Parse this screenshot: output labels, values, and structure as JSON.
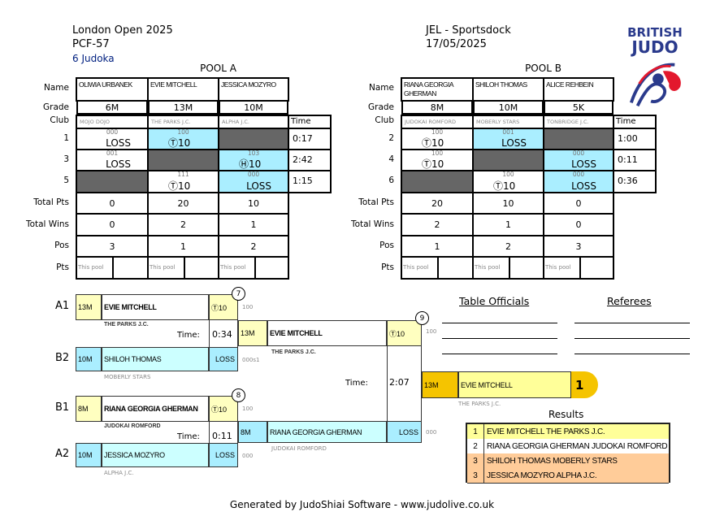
{
  "header": {
    "tournament": "London Open 2025",
    "category": "PCF-57",
    "judoka_count": "6 Judoka",
    "venue": "JEL - Sportsdock",
    "date": "17/05/2025",
    "logo_text": [
      "BRITISH",
      "JUDO"
    ]
  },
  "row_labels": {
    "name": "Name",
    "grade": "Grade",
    "club": "Club",
    "time": "Time",
    "total_pts": "Total Pts",
    "total_wins": "Total Wins",
    "pos": "Pos",
    "pts": "Pts",
    "this_pool": "This pool"
  },
  "pools": [
    {
      "title": "POOL A",
      "players": [
        {
          "name": "OLIWIA URBANEK",
          "grade": "6M",
          "club": "MOJO DOJO",
          "total_pts": "0",
          "total_wins": "0",
          "pos": "3"
        },
        {
          "name": "EVIE MITCHELL",
          "grade": "13M",
          "club": "THE PARKS J.C.",
          "total_pts": "20",
          "total_wins": "2",
          "pos": "1"
        },
        {
          "name": "JESSICA MOZYRO",
          "grade": "10M",
          "club": "ALPHA J.C.",
          "total_pts": "10",
          "total_wins": "1",
          "pos": "2"
        }
      ],
      "matches": [
        {
          "num": "1",
          "time": "0:17",
          "cells": [
            {
              "score": "000",
              "result": "LOSS",
              "color": "white"
            },
            {
              "score": "100",
              "result": "Ⓣ10",
              "color": "blue"
            },
            {
              "gray": true
            }
          ]
        },
        {
          "num": "3",
          "time": "2:42",
          "cells": [
            {
              "score": "001",
              "result": "LOSS",
              "color": "white"
            },
            {
              "gray": true
            },
            {
              "score": "103",
              "result": "Ⓗ10",
              "color": "blue"
            }
          ]
        },
        {
          "num": "5",
          "time": "1:15",
          "cells": [
            {
              "gray": true
            },
            {
              "score": "111",
              "result": "Ⓣ10",
              "color": "white"
            },
            {
              "score": "000",
              "result": "LOSS",
              "color": "blue"
            }
          ]
        }
      ]
    },
    {
      "title": "POOL B",
      "players": [
        {
          "name": "RIANA GEORGIA GHERMAN",
          "grade": "8M",
          "club": "JUDOKAI ROMFORD",
          "total_pts": "20",
          "total_wins": "2",
          "pos": "1"
        },
        {
          "name": "SHILOH THOMAS",
          "grade": "10M",
          "club": "MOBERLY STARS",
          "total_pts": "10",
          "total_wins": "1",
          "pos": "2"
        },
        {
          "name": "ALICE REHBEIN",
          "grade": "5K",
          "club": "TONBRIDGE J.C.",
          "total_pts": "0",
          "total_wins": "0",
          "pos": "3"
        }
      ],
      "matches": [
        {
          "num": "2",
          "time": "1:00",
          "cells": [
            {
              "score": "100",
              "result": "Ⓣ10",
              "color": "white"
            },
            {
              "score": "001",
              "result": "LOSS",
              "color": "blue"
            },
            {
              "gray": true
            }
          ]
        },
        {
          "num": "4",
          "time": "0:11",
          "cells": [
            {
              "score": "100",
              "result": "Ⓣ10",
              "color": "white"
            },
            {
              "gray": true
            },
            {
              "score": "000",
              "result": "LOSS",
              "color": "blue"
            }
          ]
        },
        {
          "num": "6",
          "time": "0:36",
          "cells": [
            {
              "gray": true
            },
            {
              "score": "100",
              "result": "Ⓣ10",
              "color": "white"
            },
            {
              "score": "000",
              "result": "LOSS",
              "color": "blue"
            }
          ]
        }
      ]
    }
  ],
  "bracket": {
    "time_label": "Time:",
    "m7": {
      "num": "7",
      "time": "0:34",
      "top": {
        "seed": "A1",
        "grade": "13M",
        "name": "EVIE MITCHELL",
        "club": "THE PARKS J.C.",
        "result": "Ⓣ10",
        "score": "100"
      },
      "bot": {
        "seed": "B2",
        "grade": "10M",
        "name": "SHILOH  THOMAS",
        "club": "MOBERLY STARS",
        "result": "LOSS",
        "score": "000s1"
      }
    },
    "m8": {
      "num": "8",
      "time": "0:11",
      "top": {
        "seed": "B1",
        "grade": "8M",
        "name": "RIANA GEORGIA GHERMAN",
        "club": "JUDOKAI ROMFORD",
        "result": "Ⓣ10",
        "score": "100"
      },
      "bot": {
        "seed": "A2",
        "grade": "10M",
        "name": "JESSICA MOZYRO",
        "club": "ALPHA J.C.",
        "result": "LOSS",
        "score": "000"
      }
    },
    "m9": {
      "num": "9",
      "time": "2:07",
      "top": {
        "grade": "13M",
        "name": "EVIE MITCHELL",
        "club": "THE PARKS J.C.",
        "result": "Ⓣ10",
        "score": "100"
      },
      "bot": {
        "grade": "8M",
        "name": "RIANA GEORGIA GHERMAN",
        "club": "JUDOKAI ROMFORD",
        "result": "LOSS",
        "score": "000"
      }
    },
    "winner": {
      "grade": "13M",
      "name": "EVIE MITCHELL",
      "club": "THE PARKS J.C.",
      "place": "1"
    }
  },
  "officials": {
    "table_officials": "Table Officials",
    "referees": "Referees"
  },
  "results": {
    "title": "Results",
    "rows": [
      {
        "pos": "1",
        "text": "EVIE MITCHELL THE PARKS J.C.",
        "color": "#ffff99"
      },
      {
        "pos": "2",
        "text": "RIANA GEORGIA GHERMAN JUDOKAI ROMFORD",
        "color": "#ffffff"
      },
      {
        "pos": "3",
        "text": "SHILOH  THOMAS MOBERLY STARS",
        "color": "#ffcc99"
      },
      {
        "pos": "3",
        "text": "JESSICA MOZYRO ALPHA J.C.",
        "color": "#ffcc99"
      }
    ]
  },
  "footer": "Generated by JudoShiai Software - www.judolive.co.uk",
  "colors": {
    "pool_blue": "#aaeeff",
    "loser_name": "#ccffff",
    "winner_gold": "#f5c400",
    "winner_yellow": "#ffff99",
    "grid_gray": "#666666"
  }
}
